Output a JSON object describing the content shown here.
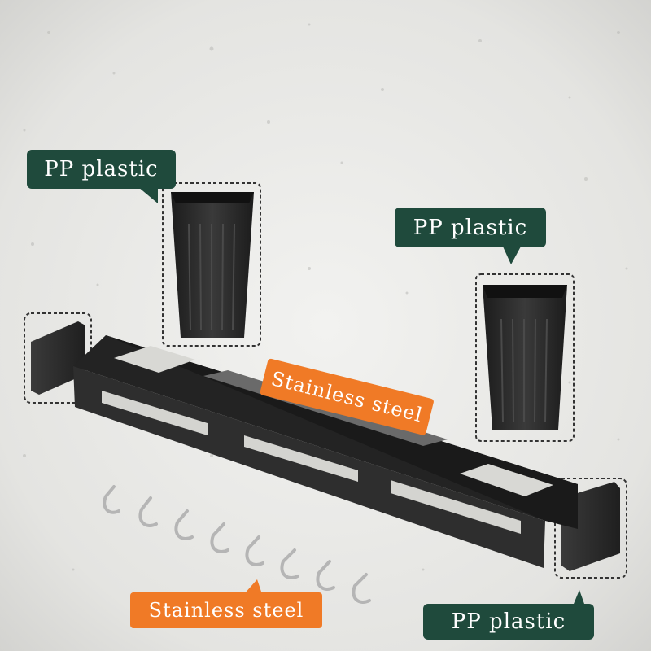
{
  "callouts": {
    "pp_top_left": "PP plastic",
    "pp_right": "PP plastic",
    "pp_bottom_right": "PP plastic",
    "steel_bar": "Stainless steel",
    "steel_hooks": "Stainless steel"
  },
  "colors": {
    "label_green": "#1f4a3c",
    "label_orange": "#f07a26",
    "product_black": "#2b2b2b",
    "background": "#e9e9e6"
  }
}
